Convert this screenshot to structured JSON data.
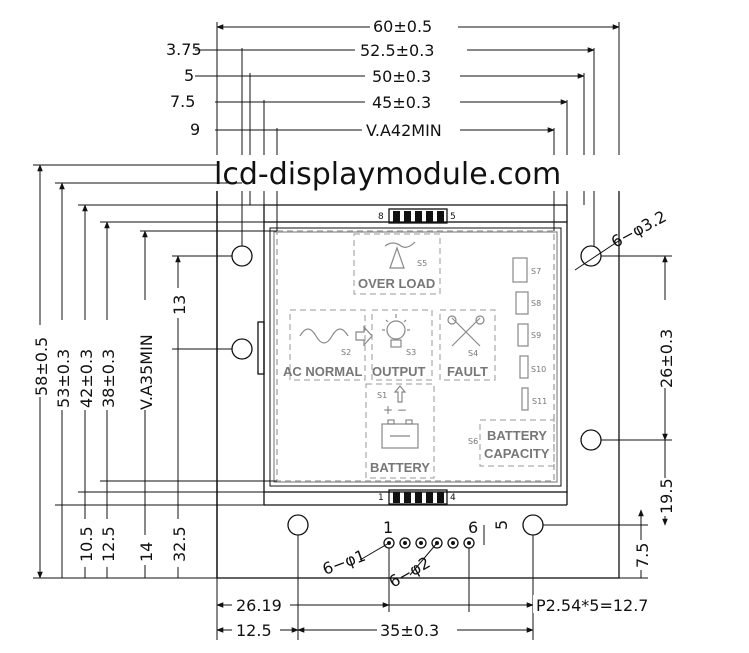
{
  "watermark": "lcd-displaymodule.com",
  "top_dims": {
    "left": [
      "3.75",
      "5",
      "7.5",
      "9"
    ],
    "center": [
      "60±0.5",
      "52.5±0.3",
      "50±0.3",
      "45±0.3",
      "V.A42MIN"
    ]
  },
  "left_dims": [
    "58±0.5",
    "53±0.3",
    "42±0.3",
    "38±0.3",
    "V.A35MIN"
  ],
  "left_bottom_dims": [
    "10.5",
    "12.5",
    "14",
    "32.5"
  ],
  "left_mid_dim": "13",
  "right_dims": {
    "hole": "6−φ3.2",
    "d26": "26±0.3",
    "d19": "19.5",
    "d7": "7.5"
  },
  "bottom_dims": {
    "d2619": "26.19",
    "d125": "12.5",
    "d35": "35±0.3",
    "pitch": "P2.54*5=12.7"
  },
  "pin_labels": {
    "p1": "1",
    "p6": "6",
    "five": "5",
    "phi1": "6−φ1",
    "phi2": "6−φ2"
  },
  "connectors": {
    "top_left": "8",
    "top_right": "5",
    "bottom_left": "1",
    "bottom_right": "4"
  },
  "segments": {
    "s5": "S5",
    "overload": "OVER LOAD",
    "s2": "S2",
    "ac_normal": "AC NORMAL",
    "s3": "S3",
    "output": "OUTPUT",
    "s4": "S4",
    "fault": "FAULT",
    "s1": "S1",
    "battery": "BATTERY",
    "s6": "S6",
    "battery_capacity_1": "BATTERY",
    "battery_capacity_2": "CAPACITY",
    "s7": "S7",
    "s8": "S8",
    "s9": "S9",
    "s10": "S10",
    "s11": "S11"
  }
}
